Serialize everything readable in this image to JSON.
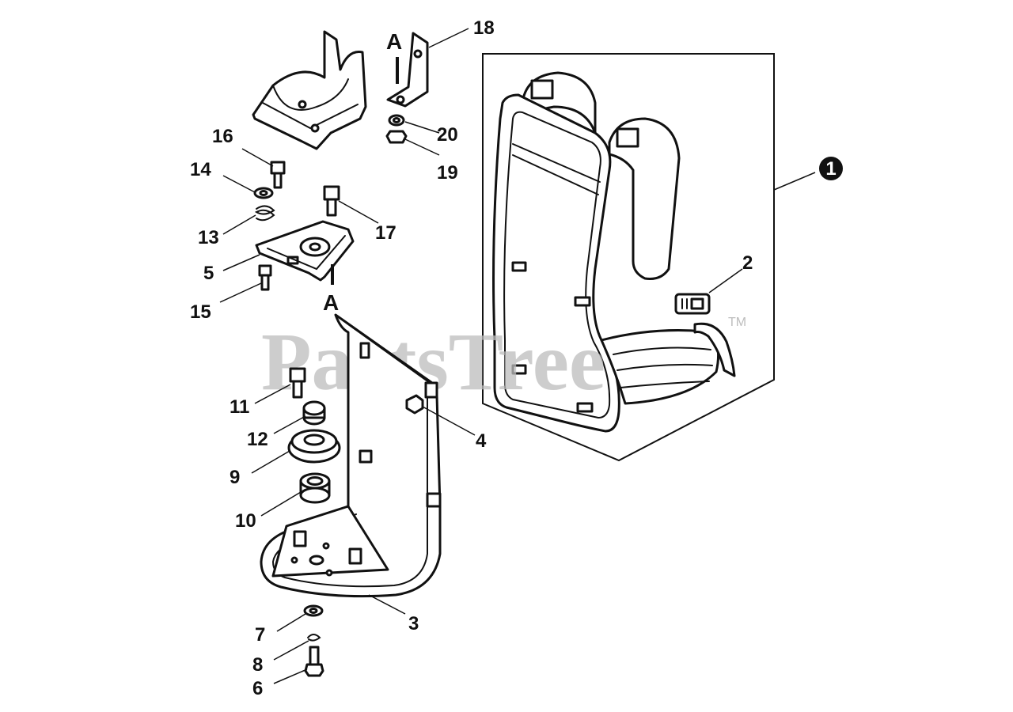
{
  "diagram": {
    "watermark": "PartsTree",
    "trademark": "TM",
    "section_marks": [
      "A",
      "A"
    ],
    "callouts": {
      "c1": "1",
      "c2": "2",
      "c3": "3",
      "c4": "4",
      "c5": "5",
      "c6": "6",
      "c7": "7",
      "c8": "8",
      "c9": "9",
      "c10": "10",
      "c11": "11",
      "c12": "12",
      "c13": "13",
      "c14": "14",
      "c15": "15",
      "c16": "16",
      "c17": "17",
      "c18": "18",
      "c19": "19",
      "c20": "20"
    },
    "colors": {
      "ink": "#111111",
      "watermark": "#bdbdbd",
      "background": "#ffffff"
    }
  }
}
